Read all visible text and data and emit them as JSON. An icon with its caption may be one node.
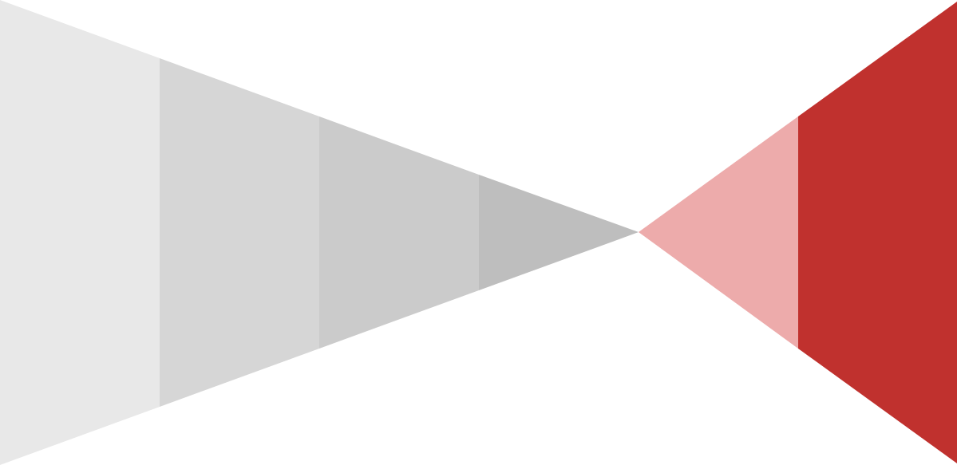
{
  "diagram": {
    "nodes": [
      {
        "text": [],
        "shape": "trapezoid"
      },
      {
        "text": [],
        "shape": "trapezoid"
      },
      {
        "text": [],
        "shape": "trapezoid"
      },
      {
        "text": [],
        "shape": "triangle"
      },
      {
        "text": [],
        "shape": "triangle"
      },
      {
        "text": [],
        "shape": "trapezoid"
      }
    ]
  }
}
